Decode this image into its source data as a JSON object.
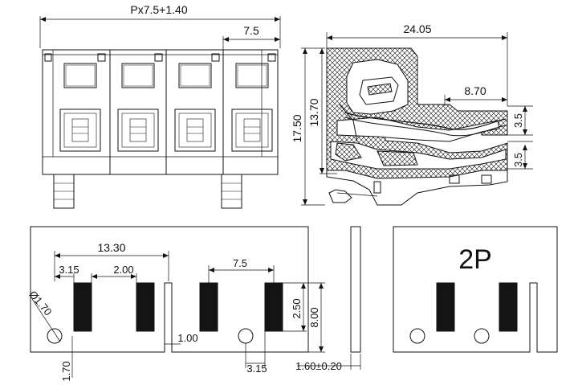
{
  "front_view": {
    "dim_total": "Px7.5+1.40",
    "dim_pitch": "7.5"
  },
  "side_view": {
    "dim_width": "24.05",
    "dim_overhang": "8.70",
    "dim_height_total": "17.50",
    "dim_height_upper": "13.70",
    "dim_slot_upper": "3.5",
    "dim_slot_lower": "3.5"
  },
  "footprint": {
    "dim_span": "13.30",
    "dim_first_offset": "3.15",
    "dim_pin_gap": "2.00",
    "dim_pitch": "7.5",
    "dim_hole": "Ø1.70",
    "dim_pin_height": "2.50",
    "dim_board": "8.00",
    "dim_gap": "1.00",
    "dim_hole_offset": "3.15",
    "dim_bottom": "1.70",
    "dim_thickness": "1.60±0.20"
  },
  "variant_view": {
    "label": "2P"
  },
  "colors": {
    "line": "#111111",
    "pin_fill": "#141414",
    "background": "#ffffff"
  }
}
